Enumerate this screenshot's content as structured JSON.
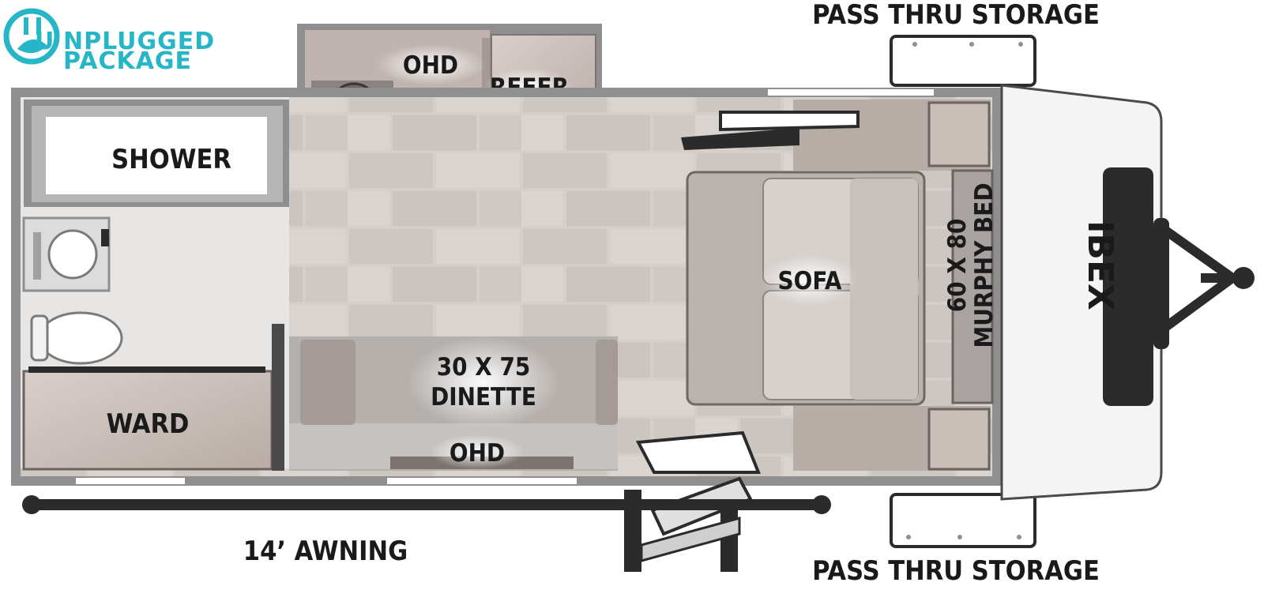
{
  "logo": {
    "line1_initial": "U",
    "line1_rest": "NPLUGGED",
    "line2": "PACKAGE",
    "color": "#27b6c7"
  },
  "brand_mark": "IBEX",
  "labels": {
    "pass_thru_top": "PASS THRU STORAGE",
    "pass_thru_bottom": "PASS THRU STORAGE",
    "awning": "14’ AWNING",
    "shower": "SHOWER",
    "ward": "WARD",
    "ohd_kitchen": "OHD",
    "refer": "REFER",
    "dinette_line1": "30 X 75",
    "dinette_line2": "DINETTE",
    "ohd_dinette": "OHD",
    "sofa": "SOFA",
    "murphy_line1": "60 X 80",
    "murphy_line2": "MURPHY BED"
  },
  "colors": {
    "wall": "#8f8f8f",
    "floor": "#d4cfca",
    "cabinet": "#c9bdb8",
    "dark": "#2b2b2b",
    "cushion": "#b9b2ad"
  }
}
